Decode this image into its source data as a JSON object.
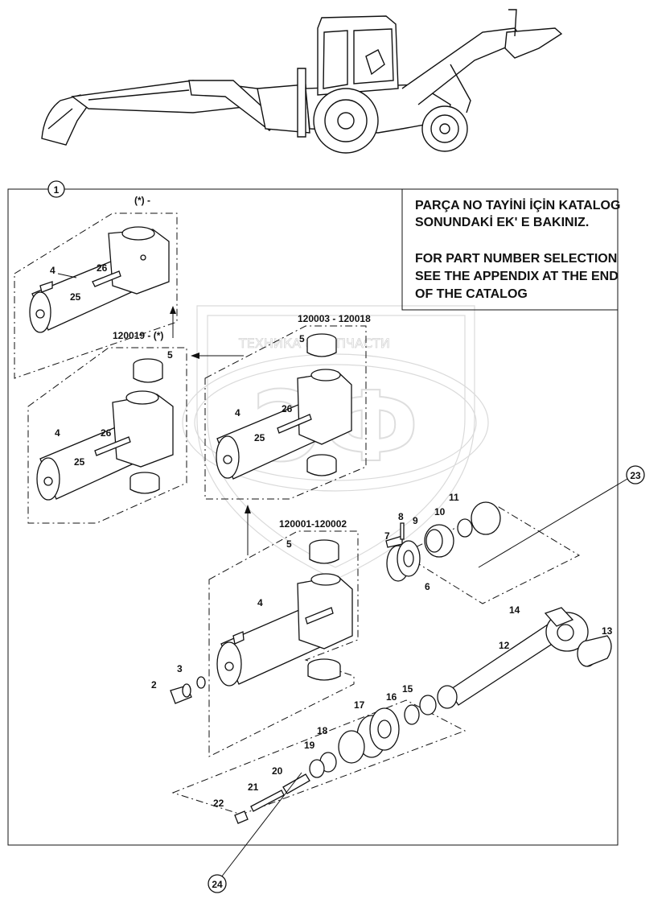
{
  "callouts": {
    "main": "1",
    "upper_group": "23",
    "lower_group": "24"
  },
  "note": {
    "tr_line1": "PARÇA NO TAYİNİ İÇİN KATALOG",
    "tr_line2": "SONUNDAKİ EK' E BAKINIZ.",
    "en_line1": "FOR PART NUMBER SELECTION",
    "en_line2": "SEE THE APPENDIX AT THE END",
    "en_line3": "OF THE CATALOG"
  },
  "watermark": {
    "line": "ТЕХНИКА & ЗАПЧАСТИ",
    "logo": "ЭФ"
  },
  "variants": {
    "v_star": "(*) -",
    "v_120019": "120019 - (*)",
    "v_120003": "120003 - 120018",
    "v_120001": "120001-120002"
  },
  "labels": {
    "p2": "2",
    "p3": "3",
    "p4": "4",
    "p5": "5",
    "p6": "6",
    "p7": "7",
    "p8": "8",
    "p9": "9",
    "p10": "10",
    "p11": "11",
    "p12": "12",
    "p13": "13",
    "p14": "14",
    "p15": "15",
    "p16": "16",
    "p17": "17",
    "p18": "18",
    "p19": "19",
    "p20": "20",
    "p21": "21",
    "p22": "22",
    "p25": "25",
    "p26": "26"
  }
}
